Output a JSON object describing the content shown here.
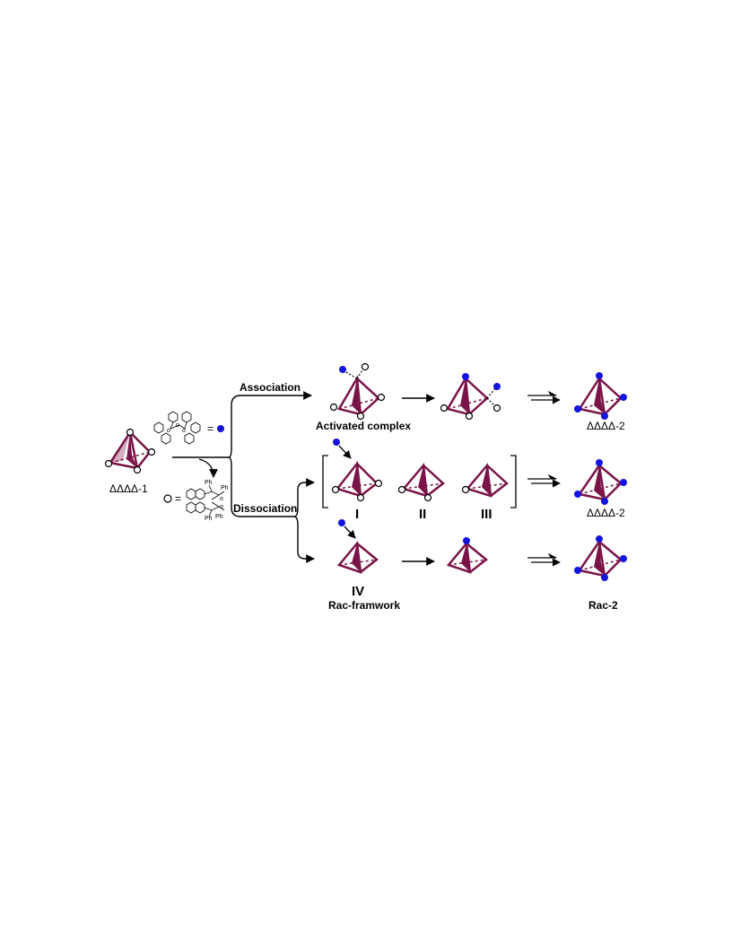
{
  "labels": {
    "start": "ΔΔΔΔ-1",
    "equals_blue": "=",
    "equals_open": "=",
    "ph": "Ph",
    "association": "Association",
    "dissociation": "Dissociation",
    "activated_complex": "Activated complex",
    "product_assoc": "ΔΔΔΔ-2",
    "product_dissoc": "ΔΔΔΔ-2",
    "rac_framework": "Rac-framwork",
    "rac_product": "Rac-2",
    "roman_I": "I",
    "roman_II": "II",
    "roman_III": "III",
    "roman_IV": "IV"
  },
  "colors": {
    "cage": "#7a1448",
    "blue_ligand": "#1414e0",
    "open_ligand": "#ffffff"
  },
  "legend": {
    "blue_ligand_icon": "blue-filled-circle",
    "open_ligand_icon": "open-circle"
  }
}
